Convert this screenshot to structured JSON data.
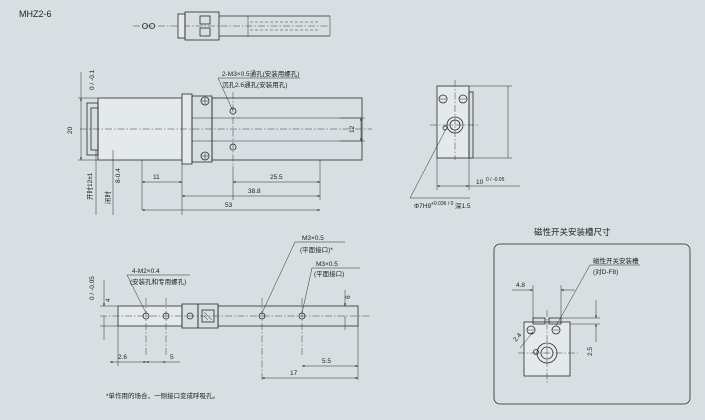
{
  "model_title": "MHZ2-6",
  "top_view": {
    "hole_callout_line1": "2-M3×0.5通孔(安装用螺孔)",
    "hole_callout_line2": "沉孔2.6通孔(安装用孔)",
    "dim_height_tol": "0 / -0.1",
    "dim_height": "20",
    "dim_12": "12",
    "dim_open": "开时12±1",
    "dim_closed_label": "闭时",
    "dim_closed": "8-0.4",
    "dim_11": "11",
    "dim_25_5": "25.5",
    "dim_38_8": "38.8",
    "dim_53": "53"
  },
  "end_view": {
    "dim_10": "10",
    "dim_10_tol": "0 / -0.05",
    "pin_hole": "Φ7H9",
    "pin_hole_tol": "+0.036 / 0",
    "depth": "深1.5"
  },
  "side_view": {
    "callout_4m2": "4-M2×0.4",
    "callout_4m2_sub": "(安装孔和专用螺孔)",
    "callout_m3": "M3×0.5",
    "callout_m3_sub": "(平面接口)*",
    "callout_m5": "M3×0.5",
    "callout_m5_sub": "(平面接口)",
    "dim_4_tol": "0 / -0.05",
    "dim_4": "4",
    "dim_2_6": "2.6",
    "dim_5": "5",
    "dim_17": "17",
    "dim_5_5": "5.5",
    "dim_6": "6",
    "footnote": "*单作用的场合，一侧接口变成呼吸孔。"
  },
  "sensor_slot": {
    "heading": "磁性开关安装槽尺寸",
    "callout": "磁性开关安装槽",
    "callout_sub": "(对D-F8)",
    "dim_4_8": "4.8",
    "dim_2_4": "2.4",
    "dim_2_5": "2.5"
  }
}
